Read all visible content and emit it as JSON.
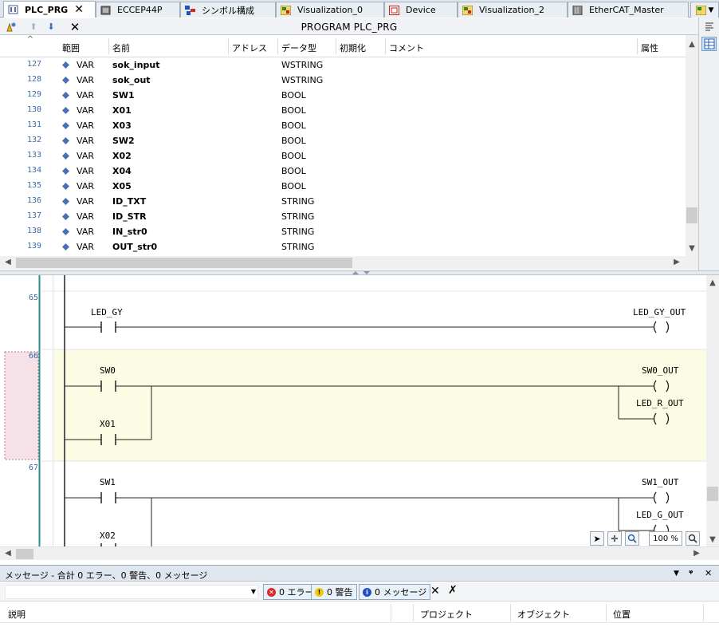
{
  "tabs": [
    {
      "label": "PLC_PRG",
      "active": true,
      "closable": true
    },
    {
      "label": "ECCEP44P"
    },
    {
      "label": "シンボル構成"
    },
    {
      "label": "Visualization_0"
    },
    {
      "label": "Device"
    },
    {
      "label": "Visualization_2"
    },
    {
      "label": "EtherCAT_Master"
    }
  ],
  "toolbar": {
    "title": "PROGRAM PLC_PRG"
  },
  "declaration": {
    "columns": [
      "範囲",
      "名前",
      "アドレス",
      "データ型",
      "初期化",
      "コメント",
      "属性"
    ],
    "rows": [
      {
        "line": "127",
        "scope": "VAR",
        "name": "sok_input",
        "type": "WSTRING"
      },
      {
        "line": "128",
        "scope": "VAR",
        "name": "sok_out",
        "type": "WSTRING"
      },
      {
        "line": "129",
        "scope": "VAR",
        "name": "SW1",
        "type": "BOOL"
      },
      {
        "line": "130",
        "scope": "VAR",
        "name": "X01",
        "type": "BOOL"
      },
      {
        "line": "131",
        "scope": "VAR",
        "name": "X03",
        "type": "BOOL"
      },
      {
        "line": "132",
        "scope": "VAR",
        "name": "SW2",
        "type": "BOOL"
      },
      {
        "line": "133",
        "scope": "VAR",
        "name": "X02",
        "type": "BOOL"
      },
      {
        "line": "134",
        "scope": "VAR",
        "name": "X04",
        "type": "BOOL"
      },
      {
        "line": "135",
        "scope": "VAR",
        "name": "X05",
        "type": "BOOL"
      },
      {
        "line": "136",
        "scope": "VAR",
        "name": "ID_TXT",
        "type": "STRING"
      },
      {
        "line": "137",
        "scope": "VAR",
        "name": "ID_STR",
        "type": "STRING"
      },
      {
        "line": "138",
        "scope": "VAR",
        "name": "IN_str0",
        "type": "STRING"
      },
      {
        "line": "139",
        "scope": "VAR",
        "name": "OUT_str0",
        "type": "STRING"
      }
    ]
  },
  "ladder": {
    "networks": [
      {
        "number": "65",
        "contacts": [
          "LED_GY"
        ],
        "coils": [
          "LED_GY_OUT"
        ]
      },
      {
        "number": "66",
        "contacts": [
          "SW0",
          "X01"
        ],
        "coils": [
          "SW0_OUT",
          "LED_R_OUT"
        ],
        "highlighted": true
      },
      {
        "number": "67",
        "contacts": [
          "SW1",
          "X02"
        ],
        "coils": [
          "SW1_OUT",
          "LED_G_OUT"
        ]
      }
    ],
    "zoom": "100 %"
  },
  "messages": {
    "title": "メッセージ - 合計 0 エラー、0 警告、0 メッセージ",
    "filters": {
      "errors": "0 エラー",
      "warnings": "0 警告",
      "messages": "0 メッセージ"
    },
    "columns": [
      "説明",
      "プロジェクト",
      "オブジェクト",
      "位置"
    ]
  },
  "colors": {
    "highlight_bg": "#fcfbe3",
    "selection_bg": "#f6e1e8",
    "rail": "#2d8f8c",
    "line_numbers": "#3a6aa8"
  }
}
